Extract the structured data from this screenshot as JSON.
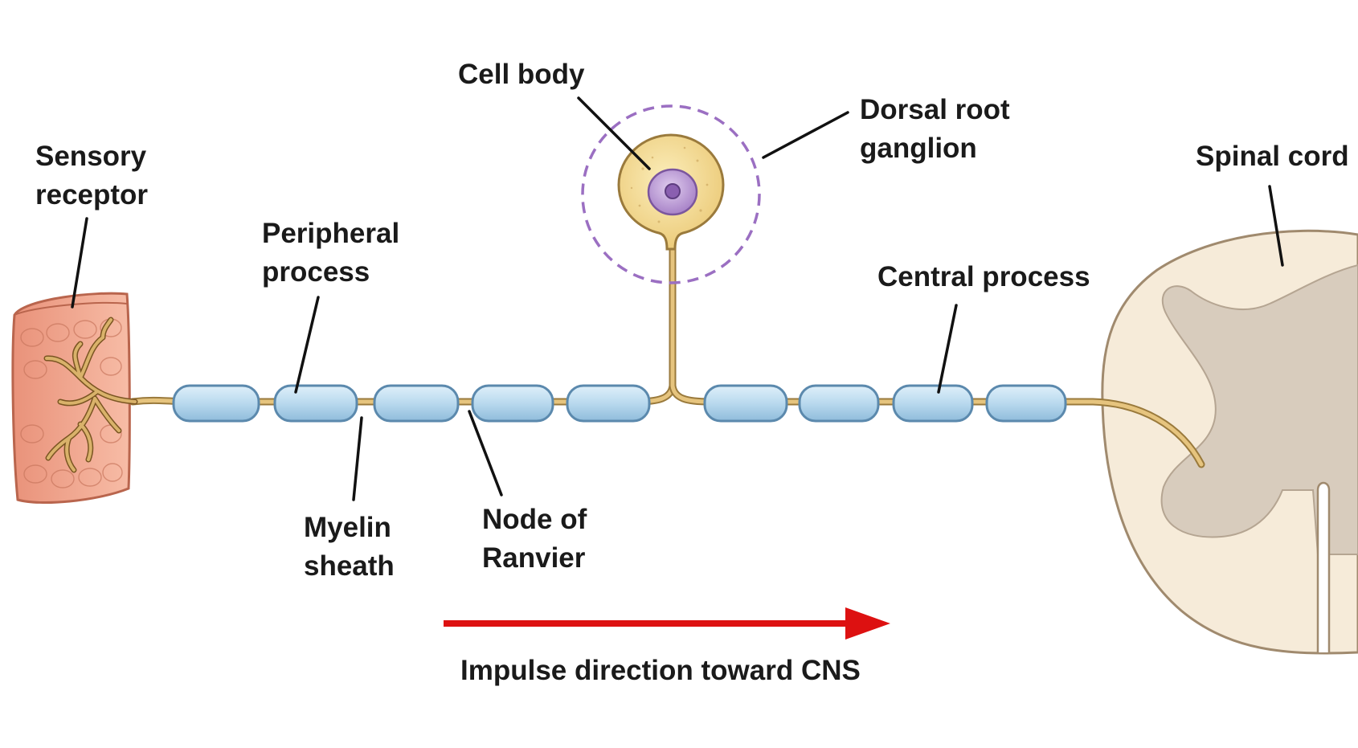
{
  "labels": {
    "cell_body": "Cell body",
    "dorsal_root_ganglion": [
      "Dorsal root",
      "ganglion"
    ],
    "sensory_receptor": [
      "Sensory",
      "receptor"
    ],
    "peripheral_process": [
      "Peripheral",
      "process"
    ],
    "central_process": "Central process",
    "spinal_cord": "Spinal cord",
    "myelin_sheath": [
      "Myelin",
      "sheath"
    ],
    "node_of_ranvier": [
      "Node of",
      "Ranvier"
    ],
    "impulse_direction": "Impulse direction toward CNS"
  },
  "colors": {
    "axon": "#d9b26a",
    "axon_outline": "#9a7a3c",
    "myelin_fill": "#b9d9ee",
    "myelin_outline": "#5b89ad",
    "receptor_fill": "#f2a98e",
    "receptor_outline": "#b9654d",
    "cell_body_fill": "#f4dc95",
    "nucleus_fill": "#c6a6dc",
    "ganglion_outline": "#9b6fc2",
    "spinal_white_matter": "#f6ebd9",
    "spinal_gray_matter": "#d8ccbd",
    "arrow": "#dd1111",
    "leader_line": "#111111"
  },
  "icons": {
    "impulse_arrow": "right-arrow-icon"
  }
}
